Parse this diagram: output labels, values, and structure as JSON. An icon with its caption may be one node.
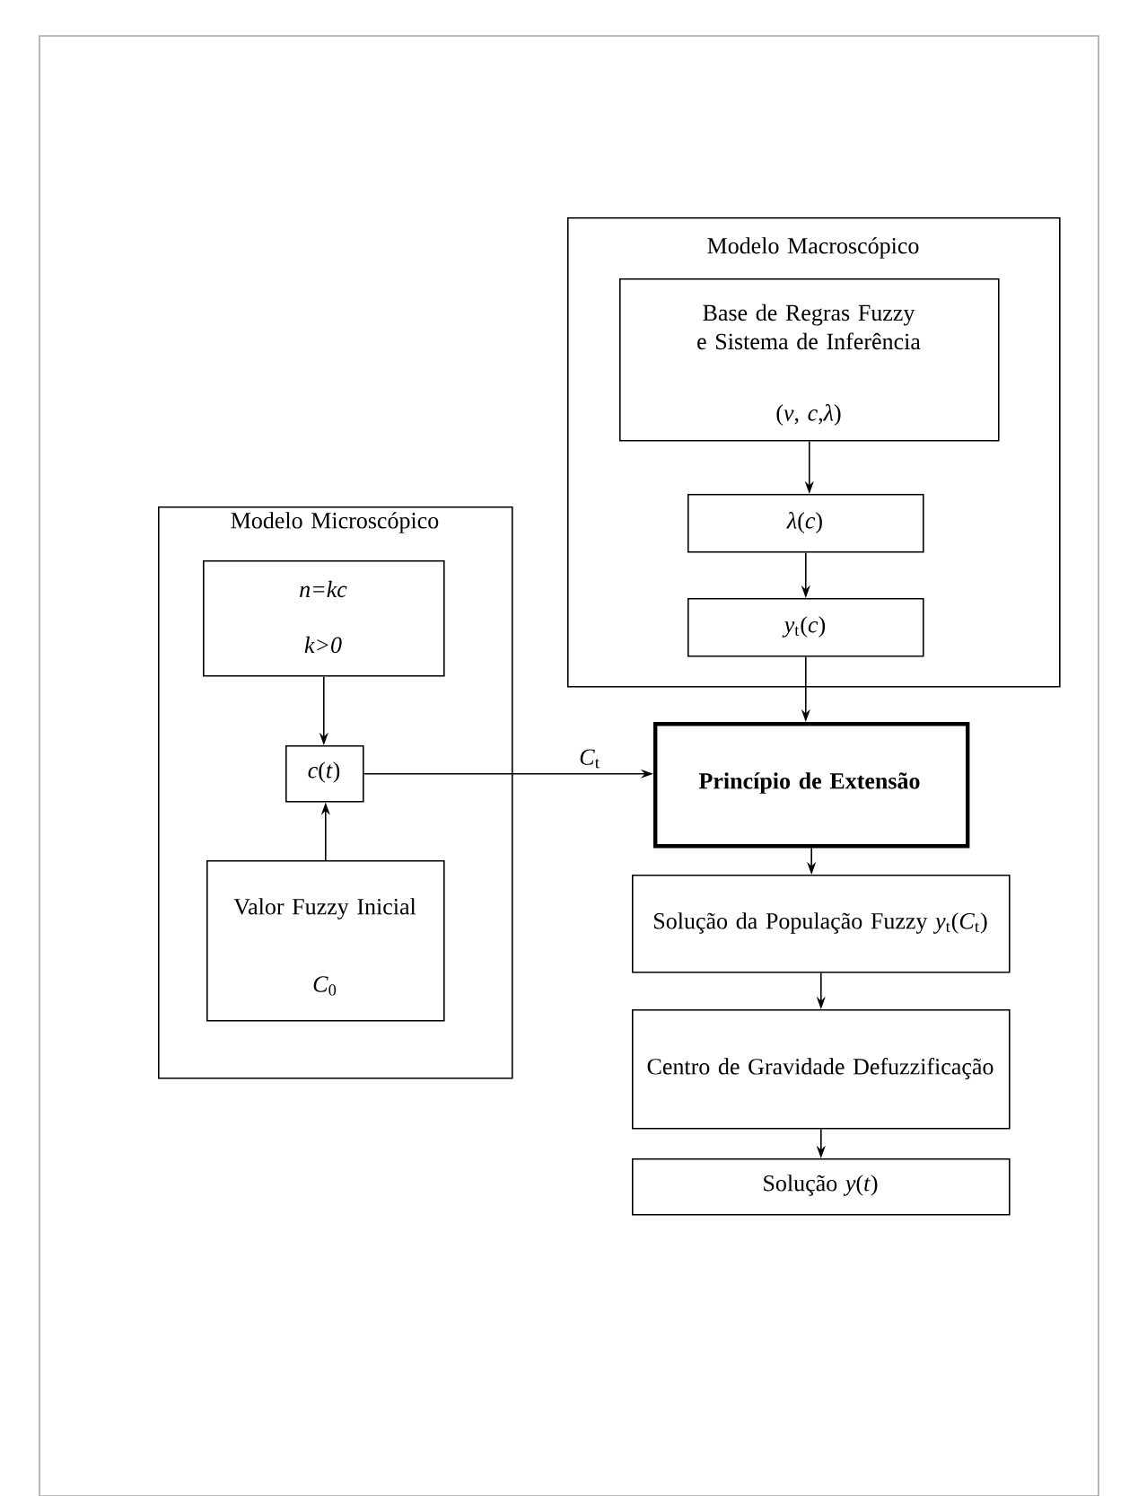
{
  "diagram": {
    "nodes": [
      {
        "text": [
          "Modelo Microscópico"
        ]
      },
      {
        "text": [
          "n=kc",
          "k>0"
        ],
        "in": 0
      },
      {
        "text": [
          "*c*(*t*)"
        ],
        "in": 0
      },
      {
        "text": [
          "Valor Fuzzy Inicial",
          "*C*$_{0}$"
        ],
        "in": 0
      },
      {
        "text": [
          "Modelo Macroscópico"
        ]
      },
      {
        "text": [
          "Base de Regras Fuzzy e Sistema de Inferência",
          "(*v*, *c*,*λ*)"
        ],
        "in": 4
      },
      {
        "text": [
          "*λ*(*c*)"
        ],
        "in": 4
      },
      {
        "text": [
          "*y*$_{t}$(*c*)"
        ],
        "in": 4
      },
      {
        "text": [
          "Princípio de Extensão"
        ]
      },
      {
        "text": [
          "Solução da População Fuzzy *y*$_{t}$(*C*$_{t}$)"
        ]
      },
      {
        "text": [
          "Centro de Gravidade Defuzzificação"
        ]
      },
      {
        "text": [
          "Solução *y*(*t*)"
        ]
      }
    ],
    "edges": [
      {
        "from": 1,
        "to": 2,
        "arrow": "to"
      },
      {
        "from": 3,
        "to": 2,
        "arrow": "to"
      },
      {
        "from": 2,
        "to": 8,
        "arrow": "to",
        "label": "*C*$_{t}$"
      },
      {
        "from": 5,
        "to": 6,
        "arrow": "to"
      },
      {
        "from": 6,
        "to": 7,
        "arrow": "to"
      },
      {
        "from": 7,
        "to": 8,
        "arrow": "to"
      },
      {
        "from": 8,
        "to": 9,
        "arrow": "to"
      },
      {
        "from": 9,
        "to": 10,
        "arrow": "to"
      },
      {
        "from": 10,
        "to": 11,
        "arrow": "to"
      }
    ]
  }
}
